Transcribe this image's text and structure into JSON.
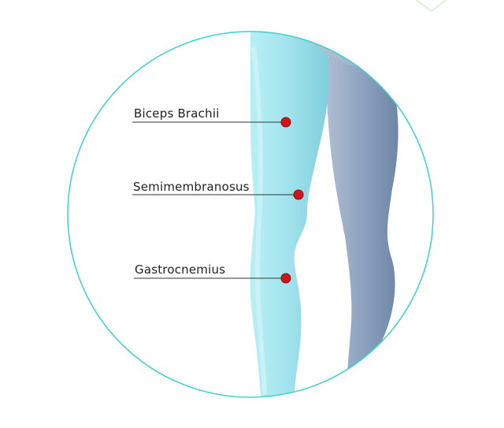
{
  "diagram": {
    "labels": [
      {
        "id": "biceps",
        "text": "Biceps Brachii"
      },
      {
        "id": "semimembranosus",
        "text": "Semimembranosus"
      },
      {
        "id": "gastrocnemius",
        "text": "Gastrocnemius"
      }
    ],
    "colors": {
      "circle_stroke": "#3fcfd0",
      "marker_fill": "#d4141b",
      "marker_stroke": "#8a0d10",
      "leader_line": "#333333",
      "front_leg": "#a9e6ee",
      "back_leg": "#8ea3bf"
    },
    "icons": {
      "corner_logo": "leaf-logo-icon",
      "marker": "red-dot-marker"
    }
  }
}
